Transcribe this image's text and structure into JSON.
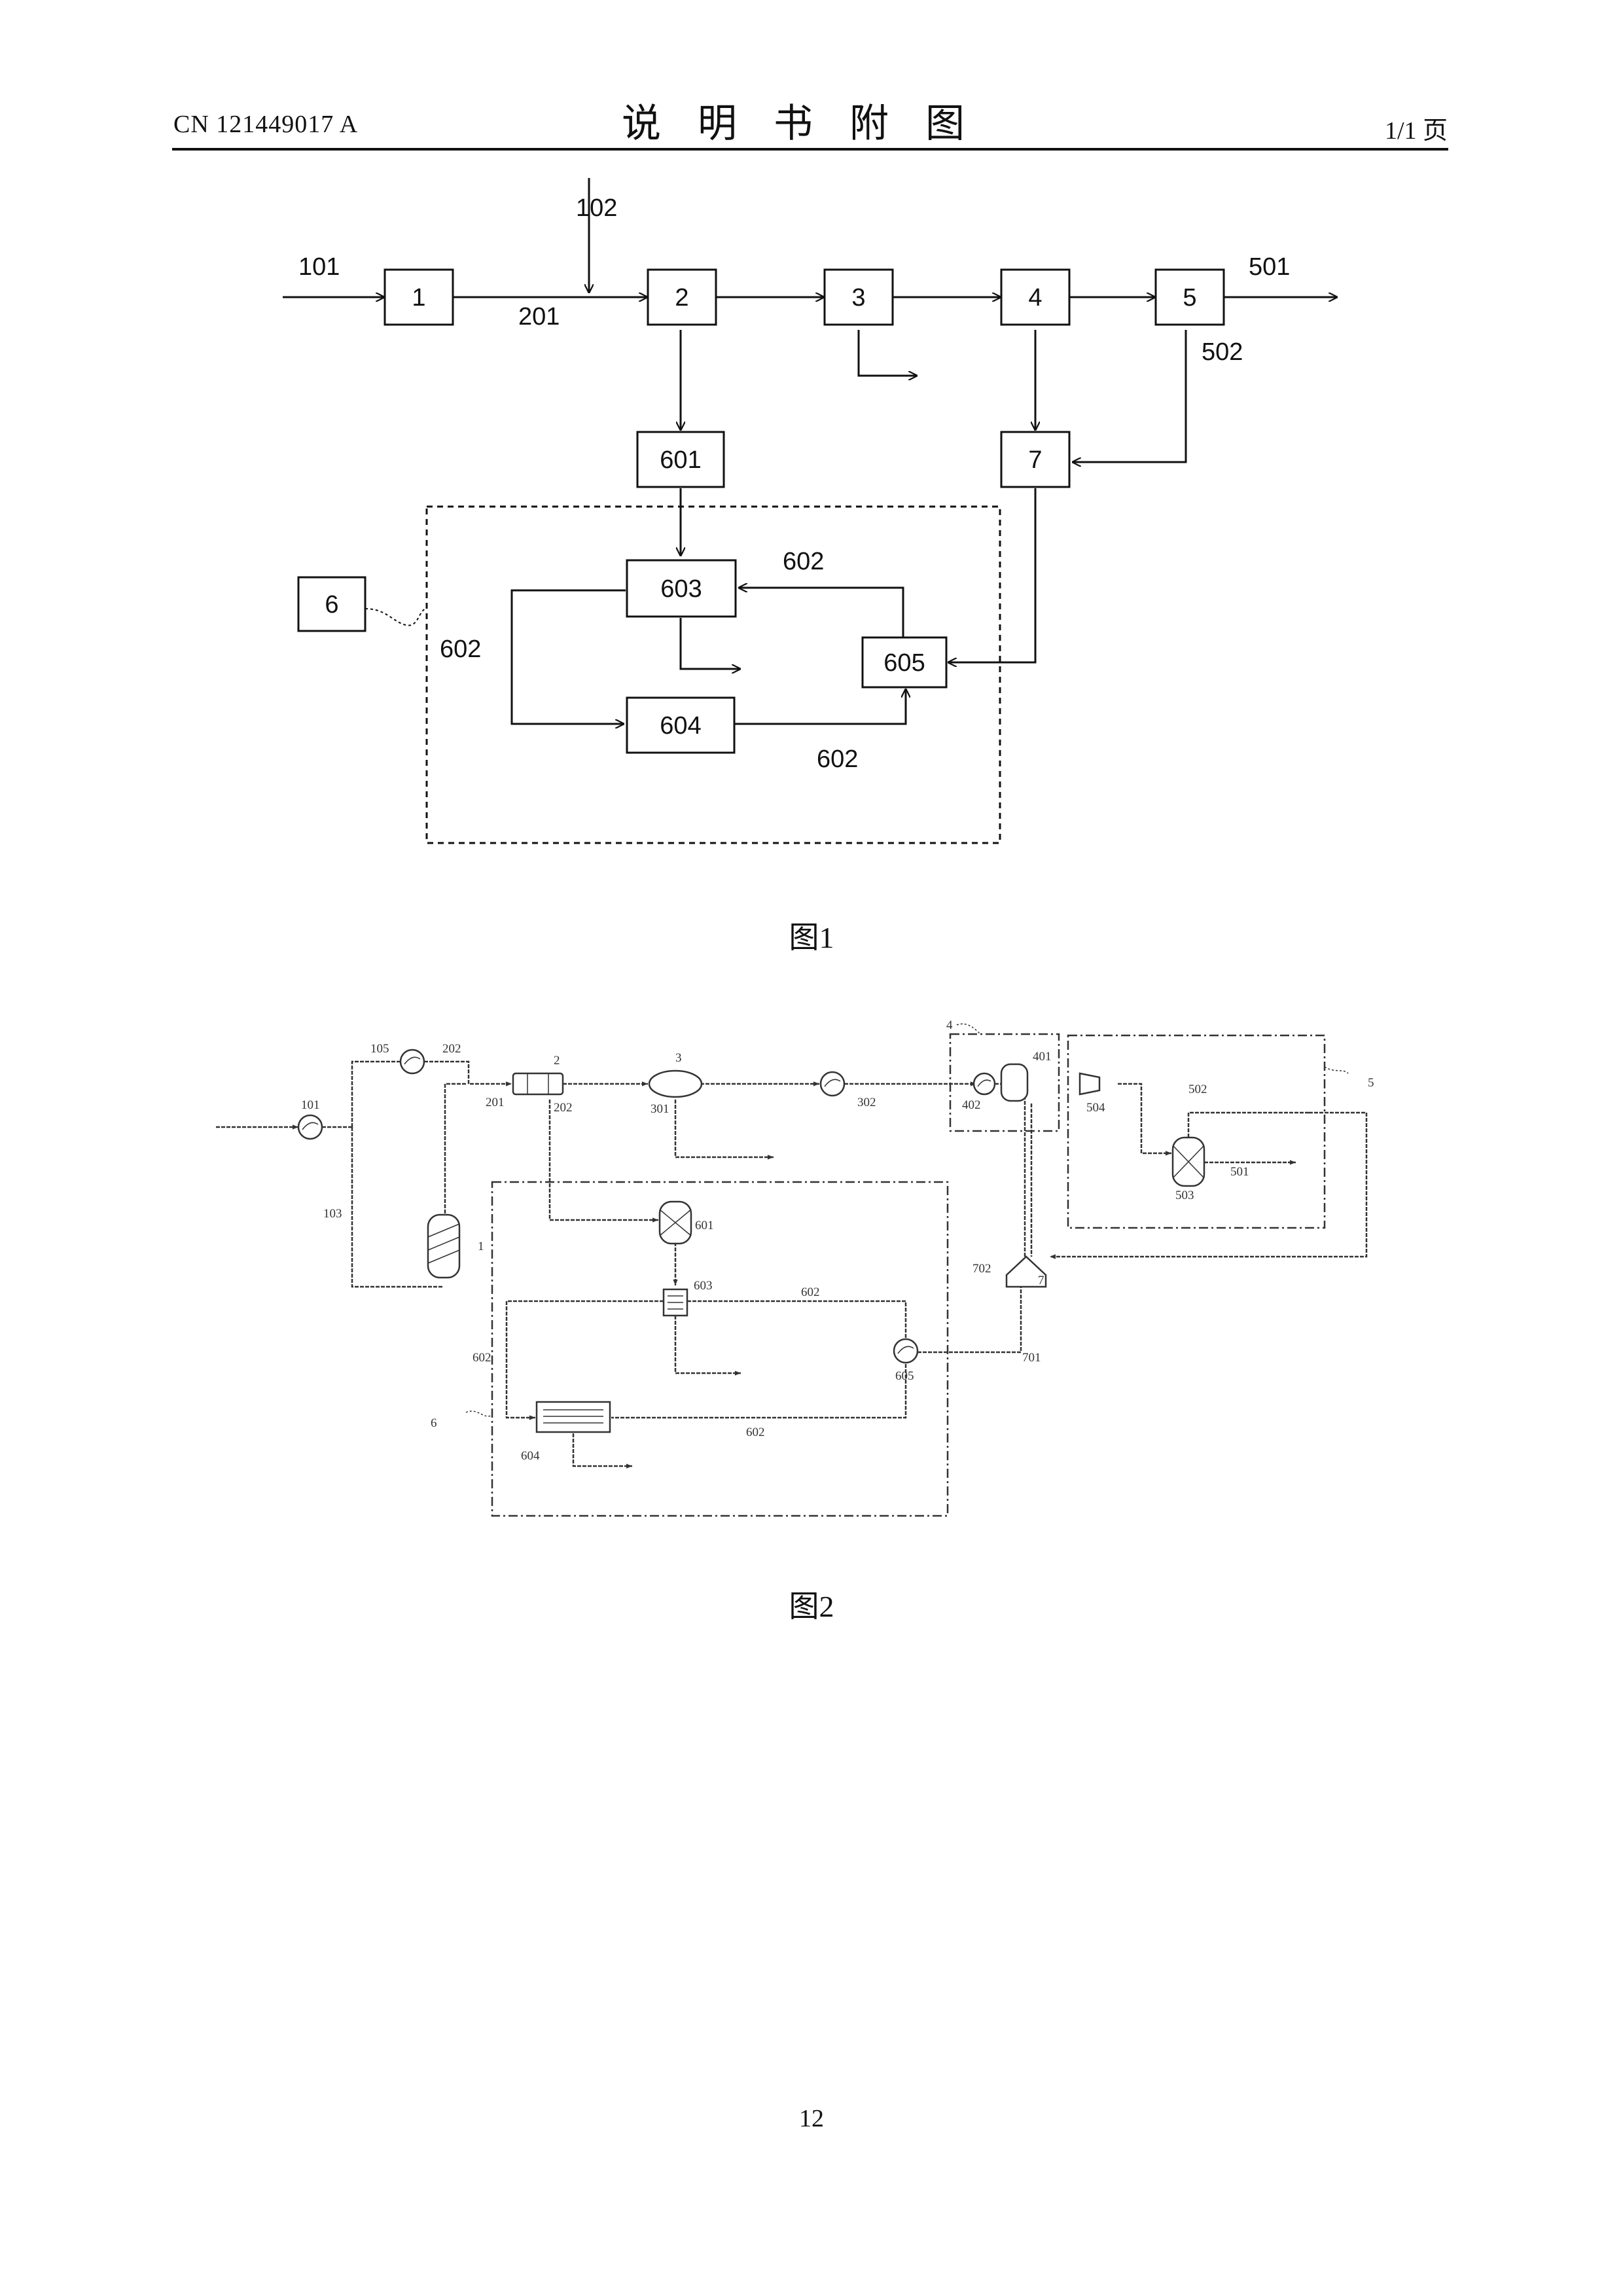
{
  "header": {
    "doc_number": "CN 121449017 A",
    "title": "说明书附图",
    "page_of": "1/1 页"
  },
  "figure1": {
    "caption": "图1",
    "boxes": {
      "b1": "1",
      "b2": "2",
      "b3": "3",
      "b4": "4",
      "b5": "5",
      "b601": "601",
      "b7": "7",
      "b6": "6",
      "b603": "603",
      "b604": "604",
      "b605": "605"
    },
    "streams": {
      "s101": "101",
      "s102": "102",
      "s201": "201",
      "s501": "501",
      "s502": "502",
      "s602_left": "602",
      "s602_top": "602",
      "s602_bottom": "602"
    }
  },
  "figure2": {
    "caption": "图2",
    "labels": {
      "l101": "101",
      "l105": "105",
      "l202a": "202",
      "l201": "201",
      "l202b": "202",
      "l2": "2",
      "l3": "3",
      "l301": "301",
      "l302": "302",
      "l4": "4",
      "l401": "401",
      "l402": "402",
      "l5": "5",
      "l502": "502",
      "l504": "504",
      "l503": "503",
      "l501": "501",
      "l601": "601",
      "l1": "1",
      "l103": "103",
      "l603": "603",
      "l602_top": "602",
      "l602_left": "602",
      "l605": "605",
      "l701": "701",
      "l702": "702",
      "l7": "7",
      "l6": "6",
      "l604": "604",
      "l602_bottom": "602"
    }
  },
  "footer": {
    "page_number": "12"
  }
}
